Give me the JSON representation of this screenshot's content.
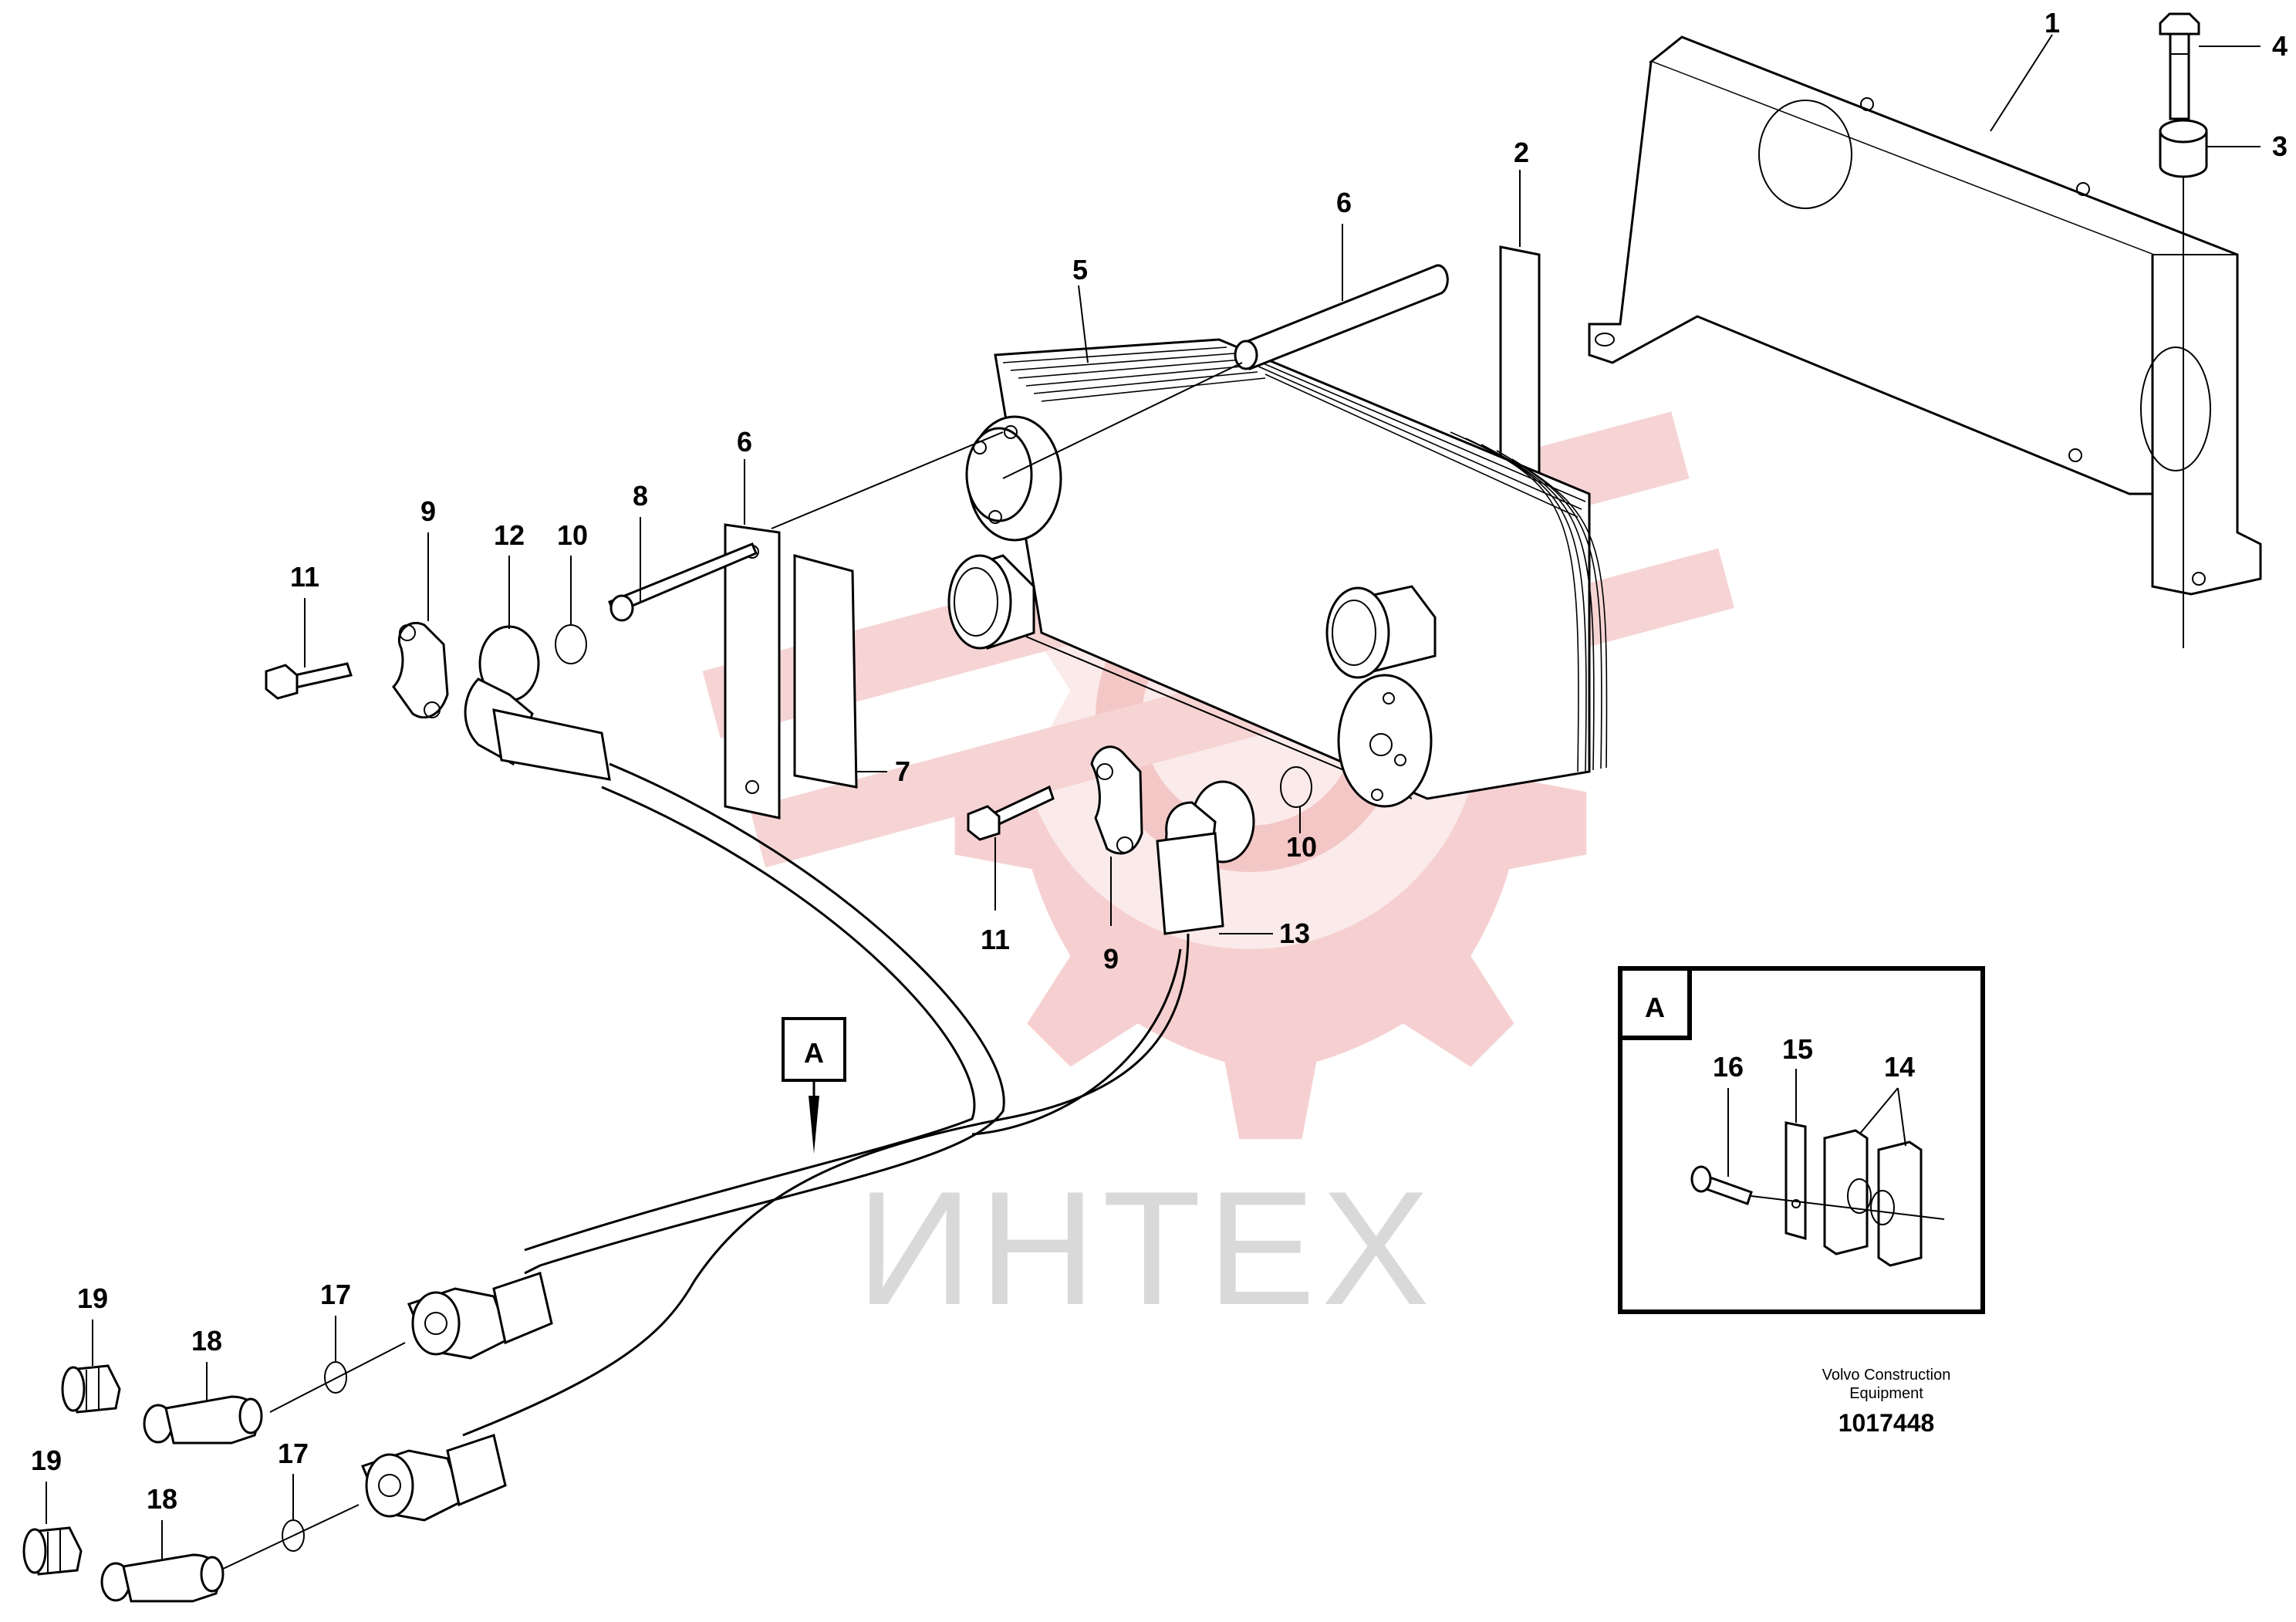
{
  "callouts": {
    "n1": "1",
    "n2": "2",
    "n3": "3",
    "n4": "4",
    "n5": "5",
    "n6a": "6",
    "n6b": "6",
    "n7": "7",
    "n8": "8",
    "n9a": "9",
    "n9b": "9",
    "n10a": "10",
    "n10b": "10",
    "n11a": "11",
    "n11b": "11",
    "n12": "12",
    "n13": "13",
    "n14": "14",
    "n15": "15",
    "n16": "16",
    "n17a": "17",
    "n17b": "17",
    "n18a": "18",
    "n18b": "18",
    "n19a": "19",
    "n19b": "19"
  },
  "view_marker": "A",
  "detail_label": "A",
  "caption": {
    "maker_line1": "Volvo Construction",
    "maker_line2": "Equipment",
    "drawing_number": "1017448"
  },
  "watermark": "ИНТЕХ",
  "colors": {
    "line": "#000000",
    "watermark_red": "#f4c7c7",
    "watermark_gray": "#d9d9d9"
  }
}
